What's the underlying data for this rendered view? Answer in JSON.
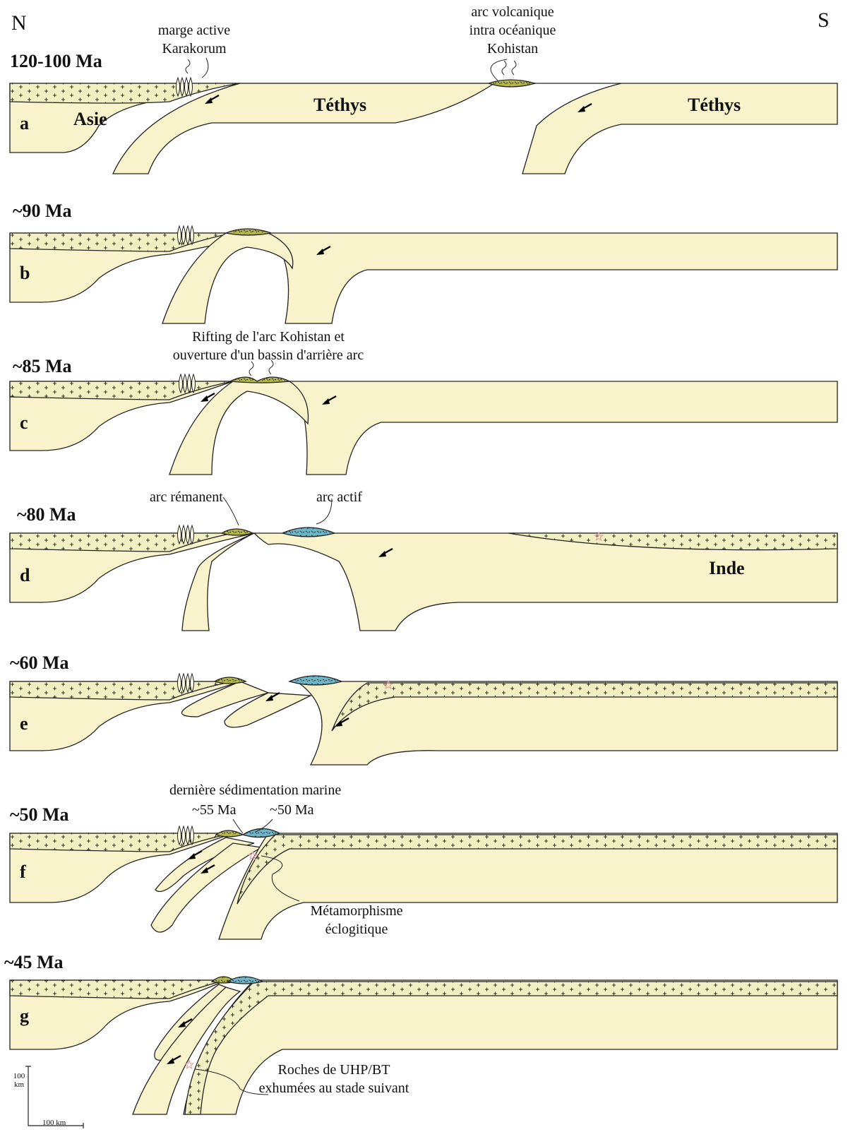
{
  "compass": {
    "north": "N",
    "south": "S"
  },
  "colors": {
    "crust": "#f9f3cc",
    "continental": "#f1f0c3",
    "arc_remnant": "#b4b54a",
    "arc_active": "#6fb5c8",
    "outline": "#222222",
    "star": "#e8a3a3"
  },
  "panels": [
    {
      "letter": "a",
      "age": "120-100 Ma"
    },
    {
      "letter": "b",
      "age": "~90 Ma"
    },
    {
      "letter": "c",
      "age": "~85 Ma"
    },
    {
      "letter": "d",
      "age": "~80 Ma"
    },
    {
      "letter": "e",
      "age": "~60 Ma"
    },
    {
      "letter": "f",
      "age": "~50 Ma"
    },
    {
      "letter": "g",
      "age": "~45 Ma"
    }
  ],
  "names": {
    "asie": "Asie",
    "tethys_1": "Téthys",
    "tethys_2": "Téthys",
    "inde": "Inde"
  },
  "annotations": {
    "karakorum_1": "marge active",
    "karakorum_2": "Karakorum",
    "kohistan_1": "arc volcanique",
    "kohistan_2": "intra océanique",
    "kohistan_3": "Kohistan",
    "rifting_1": "Rifting de l'arc Kohistan et",
    "rifting_2": "ouverture d'un bassin d'arrière arc",
    "arc_remnant": "arc rémanent",
    "arc_active": "arc actif",
    "last_sed": "dernière sédimentation marine",
    "age_55": "~55 Ma",
    "age_50": "~50 Ma",
    "meta_1": "Métamorphisme",
    "meta_2": "éclogitique",
    "uhp_1": "Roches de UHP/BT",
    "uhp_2": "exhumées au stade suivant"
  },
  "scale": {
    "vertical": "100",
    "vertical_unit": "km",
    "horizontal": "100 km"
  },
  "icon_names": [
    "subduction-arrow-icon",
    "magma-plume-icon",
    "uhp-star-icon",
    "volcanic-smoke-icon"
  ]
}
